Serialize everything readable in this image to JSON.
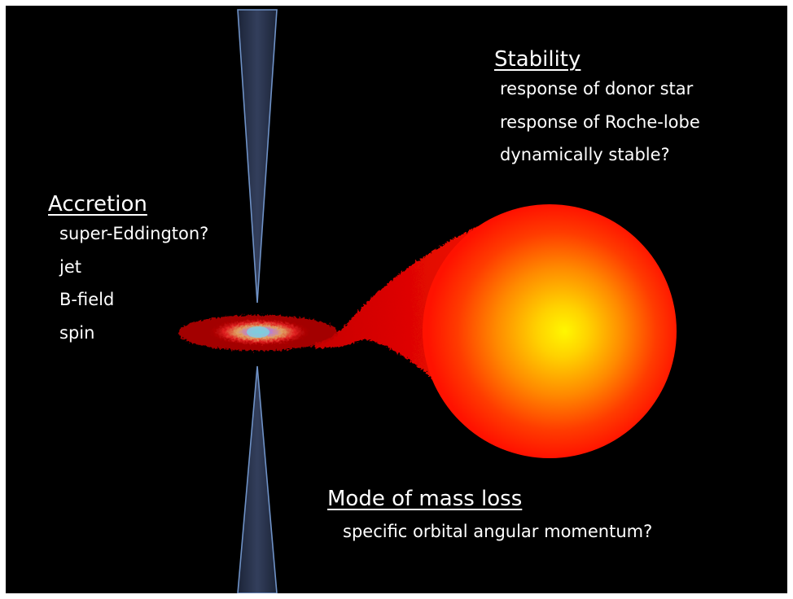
{
  "colors": {
    "background": "#000000",
    "frame": "#ffffff",
    "jet": "#2a3650",
    "jet_edge": "#6f92c7",
    "star_core": "#fff200",
    "star_mid": "#ff8c00",
    "star_edge": "#ff1a00",
    "stream": "#e00000",
    "text": "#ffffff"
  },
  "stability": {
    "heading": "Stability",
    "items": [
      "response of donor star",
      "response of Roche-lobe",
      "dynamically stable?"
    ]
  },
  "accretion": {
    "heading": "Accretion",
    "items": [
      "super-Eddington?",
      "jet",
      "B-field",
      "spin"
    ]
  },
  "mass_loss": {
    "heading": "Mode of mass loss",
    "items": [
      "specific orbital angular momentum?"
    ]
  }
}
